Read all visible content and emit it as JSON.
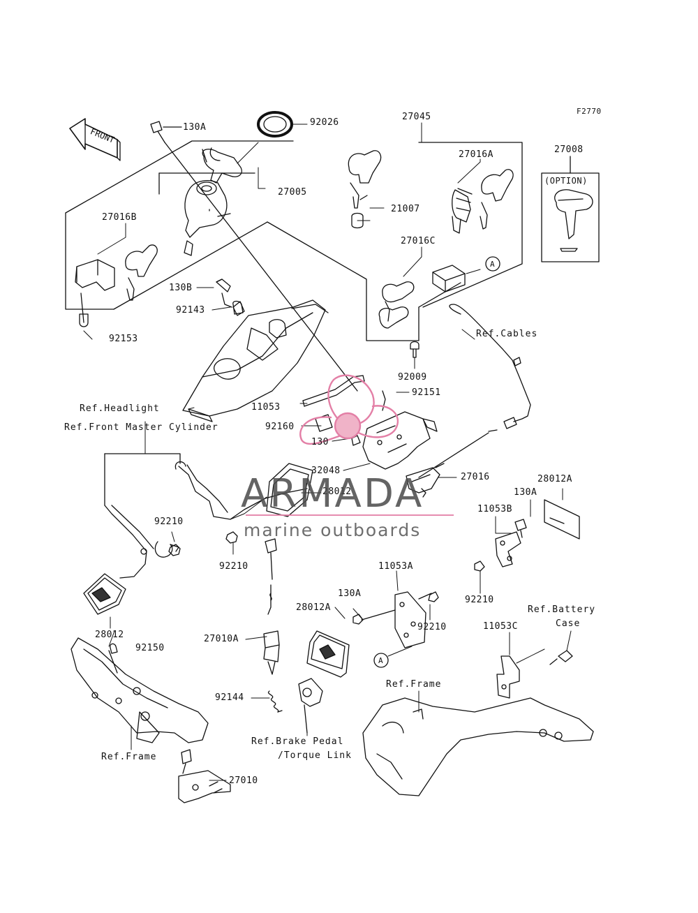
{
  "figure_code": "F2770",
  "front_label": "FRONT",
  "labels": {
    "p130A_top": "130A",
    "p92026": "92026",
    "p27045": "27045",
    "p27005": "27005",
    "p21007": "21007",
    "p27016A": "27016A",
    "p27008": "27008",
    "option": "(OPTION)",
    "p27016B": "27016B",
    "p27016C": "27016C",
    "circA_top": "A",
    "p130B": "130B",
    "p92143": "92143",
    "p92153": "92153",
    "p92009": "92009",
    "ref_cables": "Ref.Cables",
    "p92151": "92151",
    "p11053": "11053",
    "ref_headlight": "Ref.Headlight",
    "ref_front_master": "Ref.Front Master Cylinder",
    "p92160": "92160",
    "p130": "130",
    "p32048": "32048",
    "p27016": "27016",
    "p28012A_right": "28012A",
    "p130A_right": "130A",
    "p11053B": "11053B",
    "p28012_mid": "28012",
    "p92210_left": "92210",
    "p92210_mid": "92210",
    "p92210_right": "92210",
    "p11053A": "11053A",
    "p130A_mid": "130A",
    "p28012A_mid": "28012A",
    "p92210_midright": "92210",
    "ref_battery": "Ref.Battery",
    "case": "Case",
    "p11053C": "11053C",
    "p28012_left": "28012",
    "p92150": "92150",
    "p27010A": "27010A",
    "circA_bottom": "A",
    "ref_frame_right": "Ref.Frame",
    "p92144": "92144",
    "ref_brake_pedal": "Ref.Brake Pedal",
    "torque_link": "/Torque Link",
    "ref_frame_left": "Ref.Frame",
    "p27010": "27010"
  },
  "watermark": {
    "brand": "ARMADA",
    "tagline": "marine outboards",
    "accent_color": "#e37fa6",
    "text_color": "#4a4a4a"
  },
  "line_color": "#111111"
}
